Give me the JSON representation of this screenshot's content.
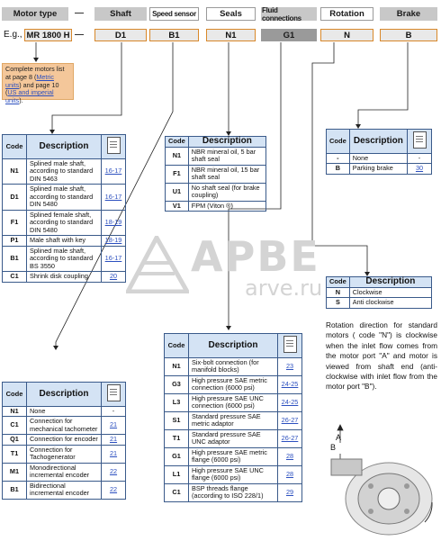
{
  "header": {
    "motor_type": "Motor type",
    "shaft": "Shaft",
    "speed_sensor": "Speed sensor",
    "seals": "Seals",
    "fluid_connections": "Fluid connections",
    "rotation": "Rotation",
    "brake": "Brake",
    "dash": "—"
  },
  "example": {
    "prefix": "E.g.,",
    "motor": "MR 1800 H",
    "shaft": "D1",
    "speed_sensor": "B1",
    "seals": "N1",
    "fluid": "G1",
    "rotation": "N",
    "brake": "B"
  },
  "note": {
    "line1": "Complete motors list at page 8 (",
    "link1": "Metric units",
    "line2": ") and page 10 (",
    "link2": "US and imperial units",
    "line3": ")."
  },
  "watermark": {
    "brand": "APBE",
    "site": "arve.ru"
  },
  "shaft_table": {
    "code_h": "Code",
    "desc_h": "Description",
    "rows": [
      {
        "code": "N1",
        "desc": "Splined male shaft, according to standard DIN 5463",
        "page": "16-17"
      },
      {
        "code": "D1",
        "desc": "Splined male shaft, according to standard DIN 5480",
        "page": "16-17"
      },
      {
        "code": "F1",
        "desc": "Splined female shaft, according to standard DIN 5480",
        "page": "18-19"
      },
      {
        "code": "P1",
        "desc": "Male shaft with key",
        "page": "18-19"
      },
      {
        "code": "B1",
        "desc": "Splined male shaft, according to standard BS 3550",
        "page": "16-17"
      },
      {
        "code": "C1",
        "desc": "Shrink disk coupling",
        "page": "20"
      }
    ]
  },
  "seals_table": {
    "code_h": "Code",
    "desc_h": "Description",
    "rows": [
      {
        "code": "N1",
        "desc": "NBR mineral oil, 5 bar shaft seal"
      },
      {
        "code": "F1",
        "desc": "NBR mineral oil, 15 bar shaft seal"
      },
      {
        "code": "U1",
        "desc": "No shaft seal (for brake coupling)"
      },
      {
        "code": "V1",
        "desc": "FPM (Viton ®)"
      }
    ]
  },
  "brake_table": {
    "code_h": "Code",
    "desc_h": "Description",
    "rows": [
      {
        "code": "-",
        "desc": "None",
        "page": "-"
      },
      {
        "code": "B",
        "desc": "Parking brake",
        "page": "30"
      }
    ]
  },
  "rotation_table": {
    "code_h": "Code",
    "desc_h": "Description",
    "rows": [
      {
        "code": "N",
        "desc": "Clockwise"
      },
      {
        "code": "S",
        "desc": "Anti clockwise"
      }
    ]
  },
  "rotation_text": "Rotation direction for standard motors ( code \"N\") is clockwise when the inlet flow comes from the motor port \"A\" and motor is viewed from shaft end (anti-clockwise with inlet flow from the motor port \"B\").",
  "speed_table": {
    "code_h": "Code",
    "desc_h": "Description",
    "rows": [
      {
        "code": "N1",
        "desc": "None",
        "page": "-"
      },
      {
        "code": "C1",
        "desc": "Connection for mechanical tachometer",
        "page": "21"
      },
      {
        "code": "Q1",
        "desc": "Connection for encoder",
        "page": "21"
      },
      {
        "code": "T1",
        "desc": "Connection for Tachogenerator",
        "page": "21"
      },
      {
        "code": "M1",
        "desc": "Monodirectional incremental encoder",
        "page": "22"
      },
      {
        "code": "B1",
        "desc": "Bidirectional incremental encoder",
        "page": "22"
      }
    ]
  },
  "fluid_table": {
    "code_h": "Code",
    "desc_h": "Description",
    "rows": [
      {
        "code": "N1",
        "desc": "Six-bolt connection (for manifold blocks)",
        "page": "23"
      },
      {
        "code": "G3",
        "desc": "High pressure SAE metric connection (6000 psi)",
        "page": "24-25"
      },
      {
        "code": "L3",
        "desc": "High pressure SAE UNC connection (6000 psi)",
        "page": "24-25"
      },
      {
        "code": "S1",
        "desc": "Standard pressure SAE metric adaptor",
        "page": "26-27"
      },
      {
        "code": "T1",
        "desc": "Standard pressure SAE UNC adaptor",
        "page": "26-27"
      },
      {
        "code": "G1",
        "desc": "High pressure SAE metric flange (6000 psi)",
        "page": "28"
      },
      {
        "code": "L1",
        "desc": "High pressure SAE UNC flange (6000 psi)",
        "page": "28"
      },
      {
        "code": "C1",
        "desc": "BSP threads flange (according to ISO 228/1)",
        "page": "29"
      }
    ]
  },
  "ports": {
    "a": "A",
    "b": "B"
  },
  "colors": {
    "orange": "#d8882a",
    "table_head": "#d4e3f4",
    "link": "#2b4fbf",
    "note_bg": "#f4c79a"
  }
}
